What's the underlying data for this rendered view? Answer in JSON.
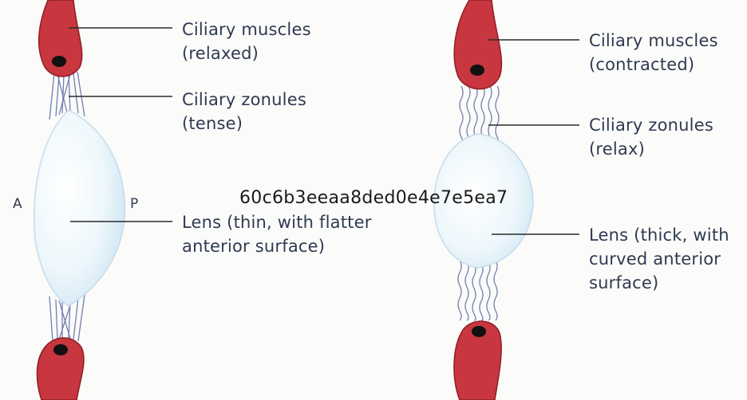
{
  "left_panel": {
    "muscle_label": [
      "Ciliary muscles",
      "(relaxed)"
    ],
    "zonule_label": [
      "Ciliary zonules",
      "(tense)"
    ],
    "lens_label": [
      "Lens (thin, with flatter",
      "anterior surface)"
    ],
    "anterior_marker": "A",
    "posterior_marker": "P"
  },
  "right_panel": {
    "muscle_label": [
      "Ciliary muscles",
      "(contracted)"
    ],
    "zonule_label": [
      "Ciliary zonules",
      "(relax)"
    ],
    "lens_label": [
      "Lens (thick, with",
      "curved anterior",
      "surface)"
    ]
  },
  "watermark": "60c6b3eeaa8ded0e4e7e5ea7",
  "colors": {
    "muscle": "#c8363f",
    "muscle_dark": "#8e1f27",
    "nucleus": "#111111",
    "zonule": "#6f7fb4",
    "lens_fill": "#eaf5fb",
    "lens_edge": "#c4dcec",
    "leader": "#2a2a2a"
  }
}
